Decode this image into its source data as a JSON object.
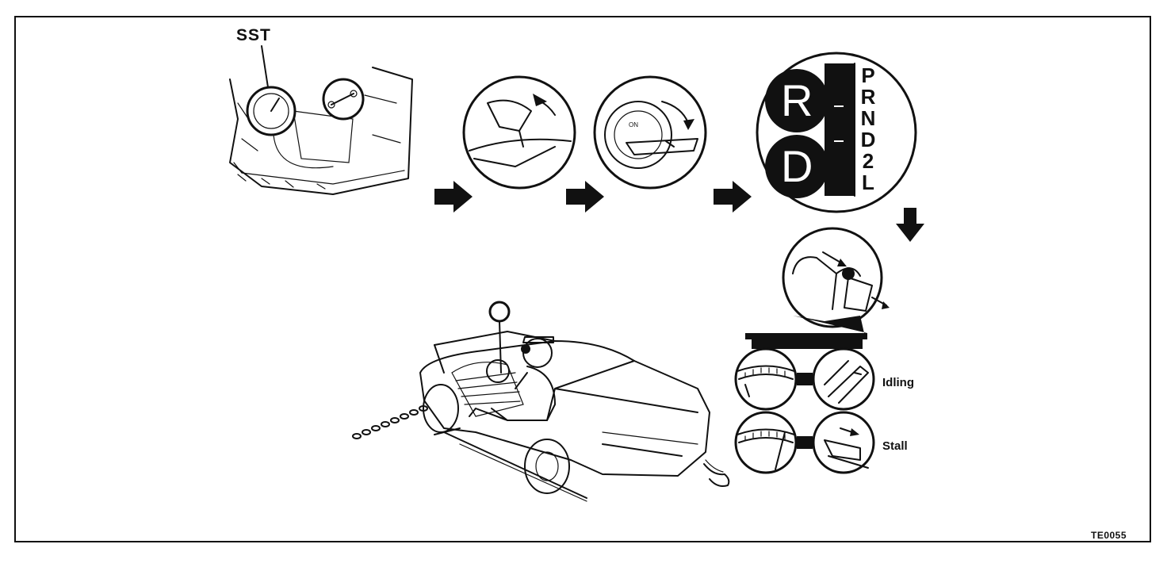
{
  "labels": {
    "sst": "SST",
    "idling": "Idling",
    "stall": "Stall",
    "figure_ref": "TE0055"
  },
  "shift_indicator": {
    "large_letters": [
      "R",
      "D"
    ],
    "gate_positions": [
      "P",
      "R",
      "N",
      "D",
      "2",
      "L"
    ]
  },
  "icons": [
    "pressure-gauge-icon",
    "parking-brake-icon",
    "ignition-key-icon",
    "shift-lever-icon",
    "brake-pedal-icon",
    "car-icon",
    "chain-icon"
  ],
  "colors": {
    "ink": "#111111",
    "paper": "#ffffff"
  }
}
